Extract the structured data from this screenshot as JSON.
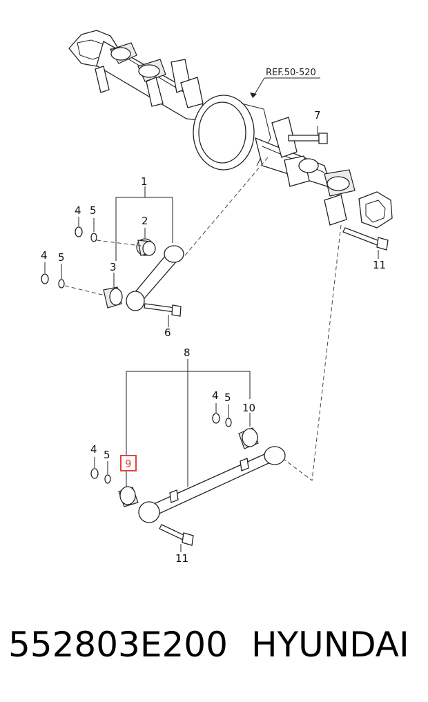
{
  "diagram": {
    "reference_label": "REF.50-520",
    "callouts": {
      "c1": "1",
      "c2": "2",
      "c3": "3",
      "c4a": "4",
      "c5a": "5",
      "c4b": "4",
      "c5b": "5",
      "c6": "6",
      "c7": "7",
      "c8": "8",
      "c4c": "4",
      "c5c": "5",
      "c10": "10",
      "c4d": "4",
      "c5d": "5",
      "c9": "9",
      "c11a": "11",
      "c11b": "11"
    },
    "highlight_color": "#e5423a"
  },
  "footer": {
    "part_number": "552803E200",
    "brand": "HYUNDAI"
  }
}
